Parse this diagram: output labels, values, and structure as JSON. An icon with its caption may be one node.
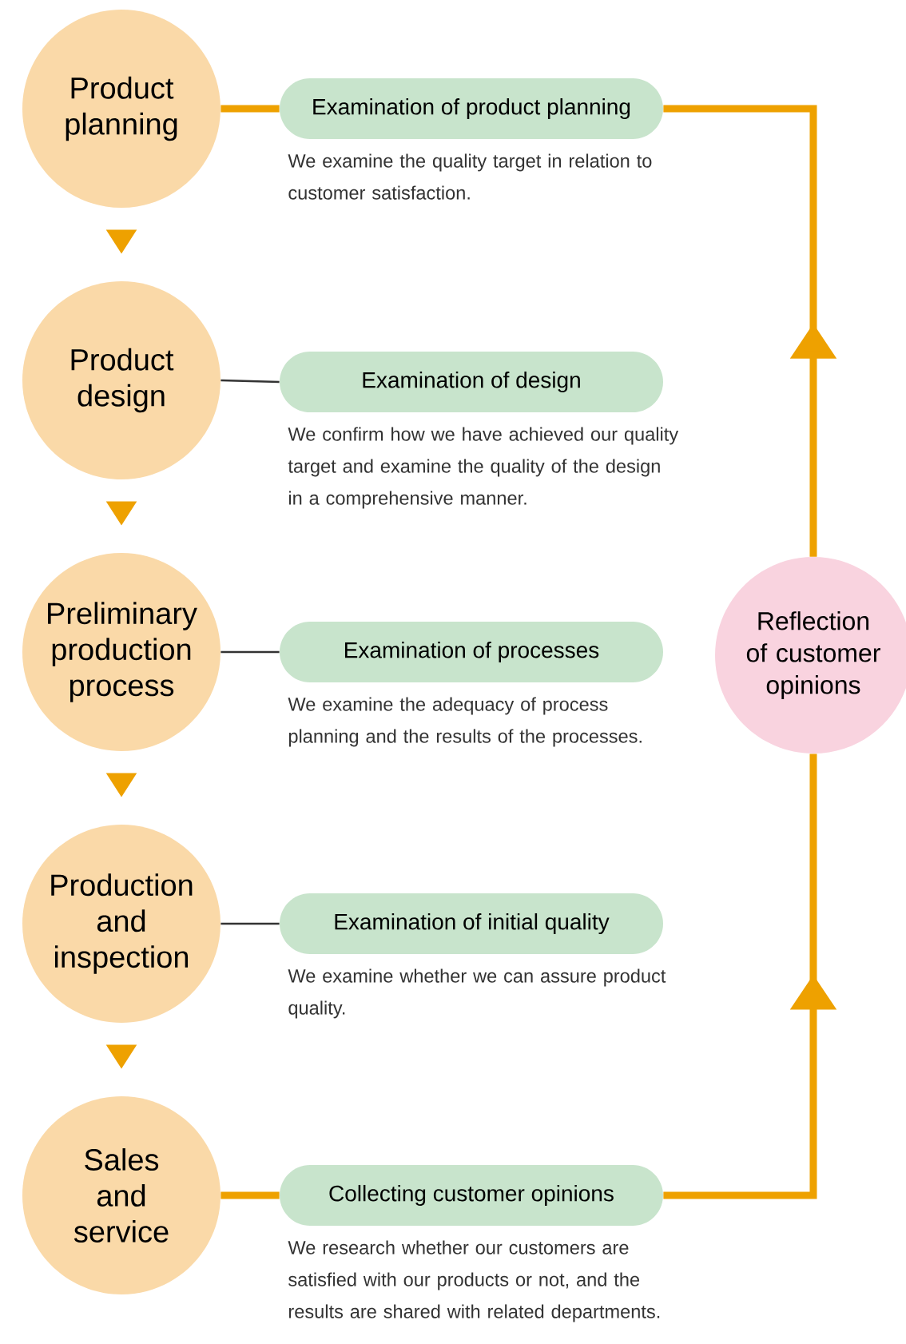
{
  "diagram": {
    "nodes": [
      {
        "text": [
          "Product planning"
        ]
      },
      {
        "text": [
          "Product design"
        ]
      },
      {
        "text": [
          "Preliminary production process"
        ]
      },
      {
        "text": [
          "Production and inspection"
        ]
      },
      {
        "text": [
          "Sales and service"
        ]
      },
      {
        "text": [
          "Examination of product planning"
        ],
        "beside": [
          "We examine the quality target in relation to customer satisfaction."
        ]
      },
      {
        "text": [
          "Examination of design"
        ],
        "beside": [
          "We confirm how we have achieved our quality target and examine the quality of the design in a comprehensive manner."
        ]
      },
      {
        "text": [
          "Examination of processes"
        ],
        "beside": [
          "We examine the adequacy of process planning and the results of the processes."
        ]
      },
      {
        "text": [
          "Examination of initial quality"
        ],
        "beside": [
          "We examine whether we can assure product quality."
        ]
      },
      {
        "text": [
          "Collecting customer opinions"
        ],
        "beside": [
          "We research whether our customers are satisfied with our products or not, and the results are shared with related departments."
        ]
      },
      {
        "text": [
          "Reflection of customer opinions"
        ]
      }
    ],
    "edges": [
      {
        "from": 0,
        "to": 1,
        "arrow": "to"
      },
      {
        "from": 1,
        "to": 2,
        "arrow": "to"
      },
      {
        "from": 2,
        "to": 3,
        "arrow": "to"
      },
      {
        "from": 3,
        "to": 4,
        "arrow": "to"
      },
      {
        "from": 0,
        "to": 5,
        "arrow": "none"
      },
      {
        "from": 1,
        "to": 6,
        "arrow": "none",
        "color": "#333333"
      },
      {
        "from": 2,
        "to": 7,
        "arrow": "none",
        "color": "#333333"
      },
      {
        "from": 3,
        "to": 8,
        "arrow": "none",
        "color": "#333333"
      },
      {
        "from": 4,
        "to": 9,
        "arrow": "none"
      },
      {
        "from": 9,
        "to": 10,
        "arrow": "to"
      },
      {
        "from": 10,
        "to": 5,
        "arrow": "to"
      }
    ]
  }
}
